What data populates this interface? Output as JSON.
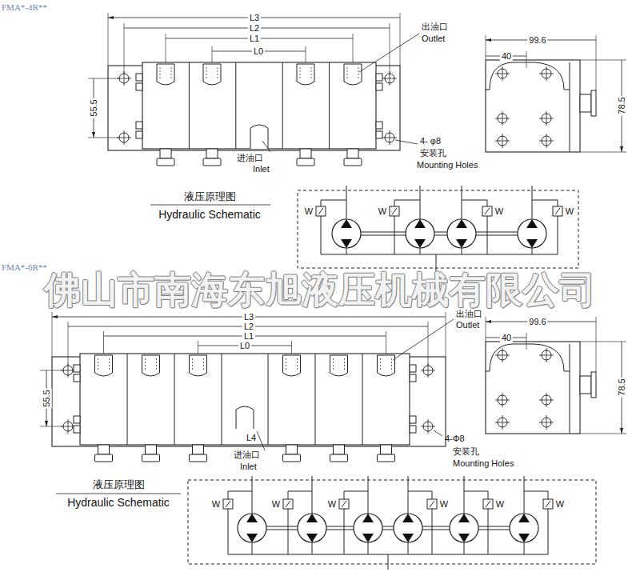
{
  "diagram": {
    "labels": [
      "FMA*-4R**",
      "L3",
      "L2",
      "L1",
      "L0",
      "出油口",
      "Outlet",
      "99.6",
      "40",
      "55.5",
      "78.5",
      "4- φ8",
      "安装孔",
      "Mounting Holes",
      "进油口",
      "Inlet",
      "液压原理图",
      "Hydraulic Schematic",
      "W",
      "W",
      "W",
      "W",
      "佛山市南海东旭液压机械有限公司",
      "FMA*-6R**",
      "L3",
      "L2",
      "L1",
      "L0",
      "出油口",
      "Outlet",
      "99.6",
      "40",
      "55.5",
      "78.5",
      "L4",
      "4-Φ8",
      "安装孔",
      "Mounting Holes",
      "进油口",
      "Inlet",
      "液压原理图",
      "Hydraulic Schematic",
      "W",
      "W",
      "W",
      "W",
      "W",
      "W"
    ]
  }
}
